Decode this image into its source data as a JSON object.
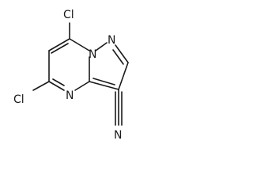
{
  "molecule": {
    "atoms": {
      "cl_top": "Cl",
      "cl_left": "Cl",
      "n_bridge": "N",
      "n_pyrazole": "N",
      "n_ring": "N",
      "nitrile_n": "N"
    }
  }
}
